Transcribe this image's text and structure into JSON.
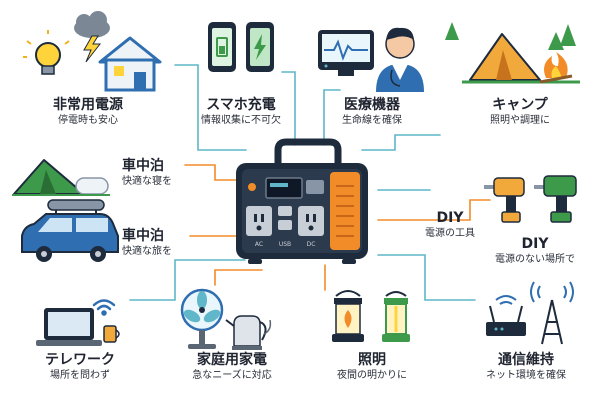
{
  "items": {
    "emergency": {
      "title": "非常用電源",
      "sub": "停電時も安心"
    },
    "smartphone": {
      "title": "スマホ充電",
      "sub": "情報収集に不可欠"
    },
    "medical": {
      "title": "医療機器",
      "sub": "生命線を確保"
    },
    "camping": {
      "title": "キャンプ",
      "sub": "照明や調理に"
    },
    "car_camping_sleep": {
      "title": "車中泊",
      "sub": "快適な寝を"
    },
    "car_camping_travel": {
      "title": "車中泊",
      "sub": "快適な旅を"
    },
    "diy_tools": {
      "title": "DIY",
      "sub": "電源の工具"
    },
    "diy_remote": {
      "title": "DIY",
      "sub": "電源のない場所で"
    },
    "telework": {
      "title": "テレワーク",
      "sub": "場所を問わず"
    },
    "appliances": {
      "title": "家庭用家電",
      "sub": "急なニーズに対応"
    },
    "lighting": {
      "title": "照明",
      "sub": "夜間の明かりに"
    },
    "communication": {
      "title": "通信維持",
      "sub": "ネット環境を確保"
    }
  },
  "device": {
    "port_labels": [
      "AC",
      "USB",
      "DC"
    ]
  },
  "colors": {
    "navy": "#1e2b3c",
    "orange": "#f28c28",
    "teal": "#5fb7c9",
    "blue": "#2f6fb1",
    "green": "#3c9a4a",
    "gray": "#5b6675"
  }
}
